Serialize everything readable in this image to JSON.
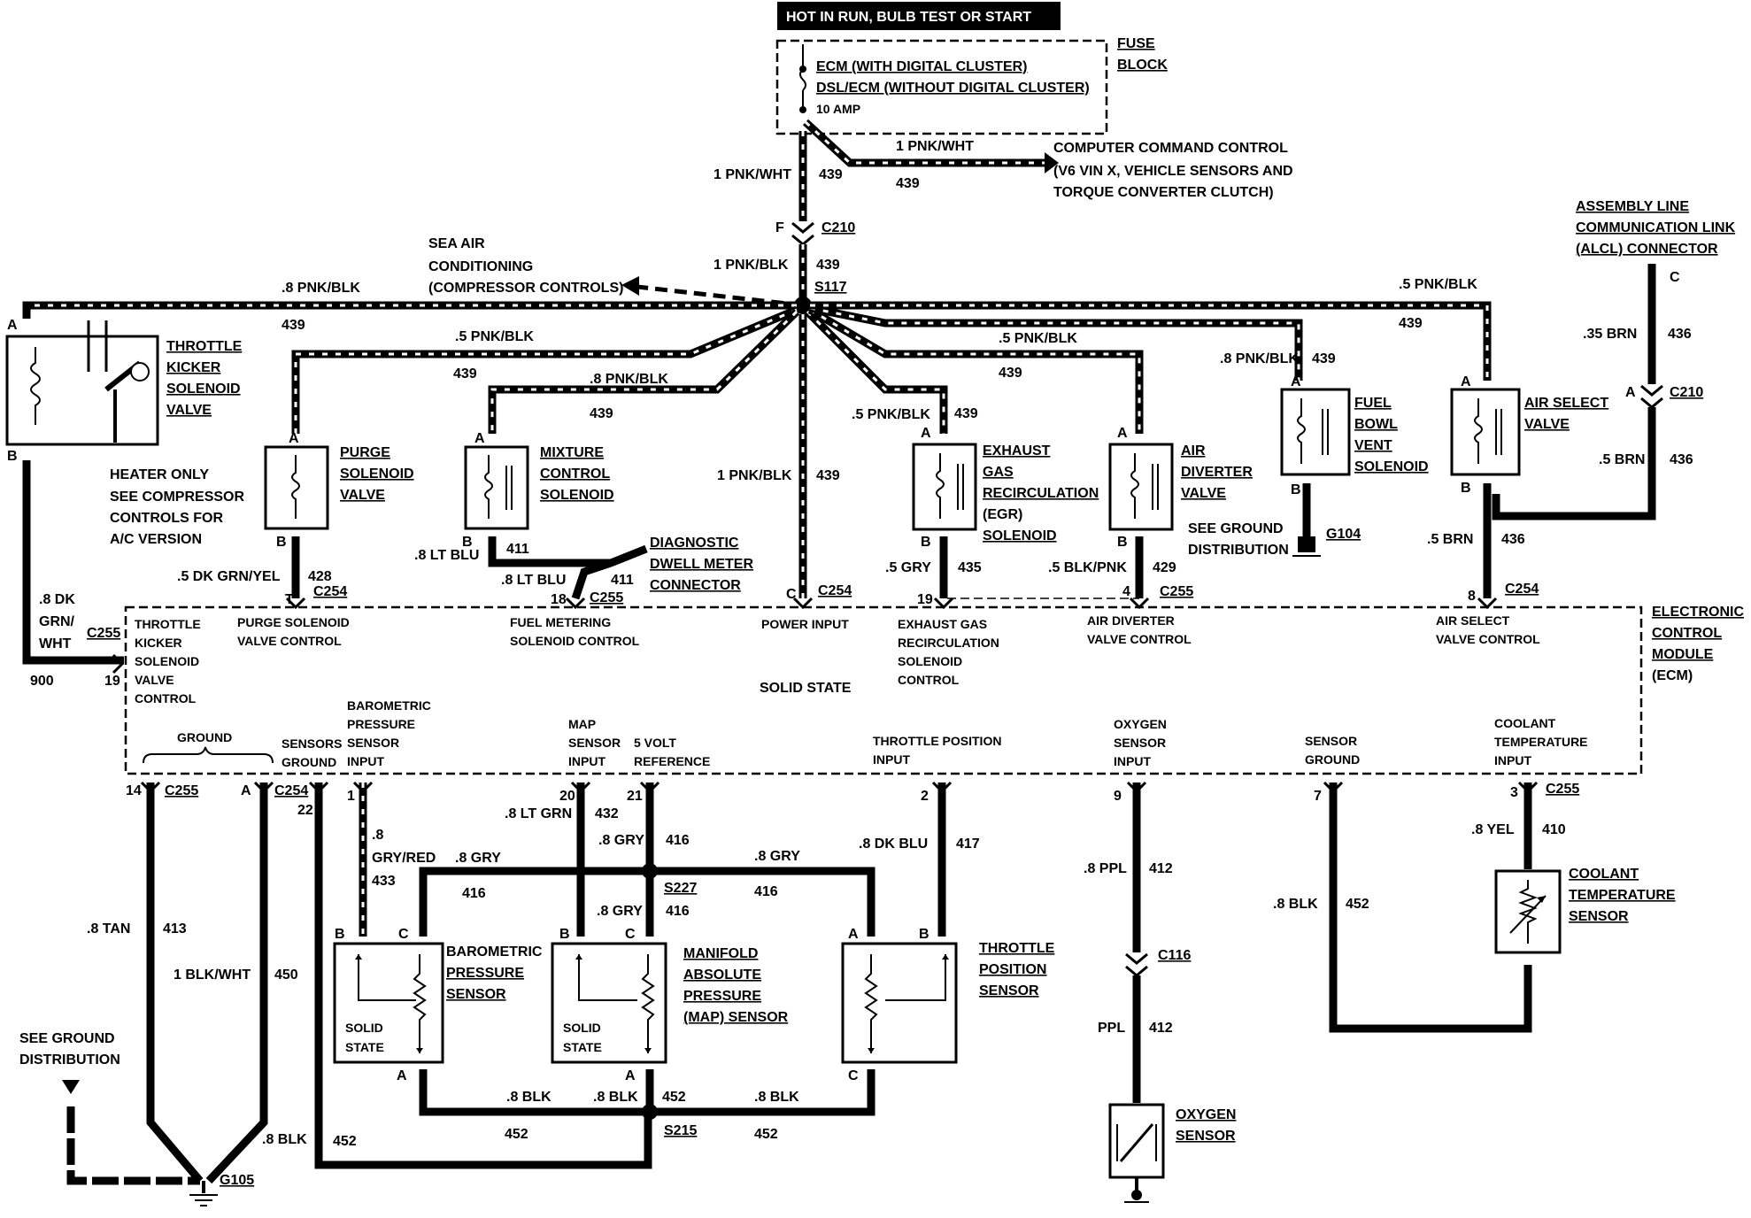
{
  "top_banner": "HOT IN RUN, BULB TEST OR START",
  "fuse_block": {
    "title1": "FUSE",
    "title2": "BLOCK",
    "line1": "ECM (WITH DIGITAL CLUSTER)",
    "line2": "DSL/ECM (WITHOUT DIGITAL CLUSTER)",
    "fuse": "10 AMP"
  },
  "ccc": {
    "line1": "COMPUTER COMMAND CONTROL",
    "line2": "(V6 VIN X, VEHICLE SENSORS AND",
    "line3": "TORQUE CONVERTER CLUTCH)",
    "wire": "1 PNK/WHT",
    "circuit": "439"
  },
  "main_feed": {
    "wire": "1 PNK/WHT",
    "circuit": "439",
    "pin": "F",
    "conn": "C210"
  },
  "splice": {
    "wire": "1 PNK/BLK",
    "circuit": "439",
    "name": "S117"
  },
  "sea_air": {
    "line1": "SEA AIR",
    "line2": "CONDITIONING",
    "line3": "(COMPRESSOR CONTROLS)"
  },
  "alcl": {
    "line1": "ASSEMBLY LINE",
    "line2": "COMMUNICATION LINK",
    "line3": "(ALCL) CONNECTOR",
    "pin": "C",
    "wire1": ".35 BRN",
    "c1": "436",
    "pinA": "A",
    "conn": "C210",
    "wire2": ".5 BRN",
    "c2": "436"
  },
  "branches": {
    "tk": {
      "wire": ".8 PNK/BLK",
      "circuit": "439"
    },
    "purge": {
      "wire": ".5 PNK/BLK",
      "circuit": "439"
    },
    "mix": {
      "wire": ".8 PNK/BLK",
      "circuit": "439"
    },
    "egr": {
      "wire": ".5 PNK/BLK",
      "circuit": "439"
    },
    "air": {
      "wire": ".5 PNK/BLK",
      "circuit": "439"
    },
    "fuel": {
      "wire": ".8 PNK/BLK",
      "circuit": "439"
    },
    "airsel": {
      "wire": ".5 PNK/BLK",
      "circuit": "439"
    },
    "power": {
      "wire": "1 PNK/BLK",
      "circuit": "439",
      "pin": "C",
      "conn": "C254"
    }
  },
  "components": {
    "throttle_kicker": {
      "l1": "THROTTLE",
      "l2": "KICKER",
      "l3": "SOLENOID",
      "l4": "VALVE",
      "pinA": "A",
      "pinB": "B"
    },
    "heater_note": {
      "l1": "HEATER ONLY",
      "l2": "SEE COMPRESSOR",
      "l3": "CONTROLS FOR",
      "l4": "A/C VERSION"
    },
    "purge": {
      "l1": "PURGE",
      "l2": "SOLENOID",
      "l3": "VALVE",
      "pinA": "A",
      "pinB": "B"
    },
    "mixture": {
      "l1": "MIXTURE",
      "l2": "CONTROL",
      "l3": "SOLENOID",
      "pinA": "A",
      "pinB": "B"
    },
    "egr": {
      "l1": "EXHAUST",
      "l2": "GAS",
      "l3": "RECIRCULATION",
      "l4": "(EGR)",
      "l5": "SOLENOID",
      "pinA": "A",
      "pinB": "B"
    },
    "air_div": {
      "l1": "AIR",
      "l2": "DIVERTER",
      "l3": "VALVE",
      "pinA": "A",
      "pinB": "B"
    },
    "fuel_bowl": {
      "l1": "FUEL",
      "l2": "BOWL",
      "l3": "VENT",
      "l4": "SOLENOID",
      "pinA": "A",
      "pinB": "B"
    },
    "air_select": {
      "l1": "AIR SELECT",
      "l2": "VALVE",
      "pinA": "A",
      "pinB": "B"
    },
    "ground_note": {
      "l1": "SEE GROUND",
      "l2": "DISTRIBUTION",
      "g": "G104"
    },
    "dwell": {
      "l1": "DIAGNOSTIC",
      "l2": "DWELL METER",
      "l3": "CONNECTOR"
    }
  },
  "lower_wires": {
    "tk": {
      "w1": ".8 DK",
      "w2": "GRN/",
      "w3": "WHT",
      "conn": "C255",
      "circuit": "900",
      "pin": "19"
    },
    "purge": {
      "wire": ".5 DK GRN/YEL",
      "circuit": "428",
      "pin": "T",
      "conn": "C254"
    },
    "mix": {
      "wire": ".8 LT BLU",
      "circuit": "411",
      "wire2": ".8 LT BLU",
      "circuit2": "411",
      "pin": "18",
      "conn": "C255"
    },
    "egr": {
      "wire": ".5 GRY",
      "circuit": "435",
      "pin": "19"
    },
    "air": {
      "wire": ".5 BLK/PNK",
      "circuit": "429",
      "pin": "4",
      "conn": "C255"
    },
    "airsel": {
      "wire": ".5 BRN",
      "circuit": "436",
      "pin": "8",
      "conn": "C254"
    }
  },
  "ecm": {
    "title1": "ELECTRONIC",
    "title2": "CONTROL",
    "title3": "MODULE",
    "title4": "(ECM)",
    "center": "SOLID STATE",
    "top_labels": {
      "tk1": "THROTTLE",
      "tk2": "KICKER",
      "tk3": "SOLENOID",
      "tk4": "VALVE",
      "tk5": "CONTROL",
      "purge1": "PURGE SOLENOID",
      "purge2": "VALVE CONTROL",
      "fuel1": "FUEL METERING",
      "fuel2": "SOLENOID CONTROL",
      "power": "POWER INPUT",
      "egr1": "EXHAUST GAS",
      "egr2": "RECIRCULATION",
      "egr3": "SOLENOID",
      "egr4": "CONTROL",
      "air1": "AIR DIVERTER",
      "air2": "VALVE CONTROL",
      "as1": "AIR SELECT",
      "as2": "VALVE CONTROL"
    },
    "bottom_labels": {
      "ground": "GROUND",
      "sg1": "SENSORS",
      "sg2": "GROUND",
      "baro1": "BAROMETRIC",
      "baro2": "PRESSURE",
      "baro3": "SENSOR",
      "baro4": "INPUT",
      "map1": "MAP",
      "map2": "SENSOR",
      "map3": "INPUT",
      "v51": "5 VOLT",
      "v52": "REFERENCE",
      "tps1": "THROTTLE POSITION",
      "tps2": "INPUT",
      "o21": "OXYGEN",
      "o22": "SENSOR",
      "o23": "INPUT",
      "sgr1": "SENSOR",
      "sgr2": "GROUND",
      "cool1": "COOLANT",
      "cool2": "TEMPERATURE",
      "cool3": "INPUT"
    }
  },
  "sensors": {
    "baro": {
      "l1": "BAROMETRIC",
      "l2": "PRESSURE",
      "l3": "SENSOR",
      "inner1": "SOLID",
      "inner2": "STATE",
      "pB": "B",
      "pC": "C",
      "pA": "A"
    },
    "map": {
      "l1": "MANIFOLD",
      "l2": "ABSOLUTE",
      "l3": "PRESSURE",
      "l4": "(MAP) SENSOR",
      "inner1": "SOLID",
      "inner2": "STATE",
      "pB": "B",
      "pC": "C",
      "pA": "A"
    },
    "tps": {
      "l1": "THROTTLE",
      "l2": "POSITION",
      "l3": "SENSOR",
      "pA": "A",
      "pB": "B",
      "pC": "C"
    },
    "oxygen": {
      "l1": "OXYGEN",
      "l2": "SENSOR"
    },
    "coolant": {
      "l1": "COOLANT",
      "l2": "TEMPERATURE",
      "l3": "SENSOR"
    }
  },
  "bottom_wires": {
    "gnd14": {
      "pin": "14",
      "conn": "C255",
      "wire": ".8 TAN",
      "circuit": "413"
    },
    "gndA": {
      "pin": "A",
      "conn": "C254",
      "wire": "1 BLK/WHT",
      "circuit": "450"
    },
    "p22": {
      "pin": "22",
      "wire": ".8 BLK",
      "circuit": "452"
    },
    "baro": {
      "pin": "1",
      "w1": ".8",
      "w2": "GRY/RED",
      "circuit": "433"
    },
    "map": {
      "pin": "20",
      "wire": ".8 LT GRN",
      "circuit": "432"
    },
    "v5": {
      "pin": "21",
      "wire": ".8 GRY",
      "circuit": "416"
    },
    "v5left": {
      "wire": ".8 GRY",
      "circuit": "416"
    },
    "v5right": {
      "wire": ".8 GRY",
      "circuit": "416"
    },
    "v5down": {
      "wire": ".8 GRY",
      "circuit": "416",
      "splice": "S227"
    },
    "tps": {
      "pin": "2",
      "wire": ".8 DK BLU",
      "circuit": "417"
    },
    "o2": {
      "pin": "9",
      "wire": ".8 PPL",
      "circuit": "412",
      "conn": "C116",
      "wire2": "PPL",
      "circuit2": "412"
    },
    "sg": {
      "pin": "7",
      "wire": ".8 BLK",
      "circuit": "452"
    },
    "cool": {
      "pin": "3",
      "conn": "C255",
      "wire": ".8 YEL",
      "circuit": "410"
    },
    "gnd_bus": {
      "w1": ".8 BLK",
      "w2": ".8 BLK",
      "w3": ".8 BLK",
      "c1": "452",
      "c2": "452",
      "c3": "452",
      "splice": "S215",
      "mid": "452"
    },
    "see_ground1": "SEE GROUND",
    "see_ground2": "DISTRIBUTION",
    "g105": "G105"
  }
}
